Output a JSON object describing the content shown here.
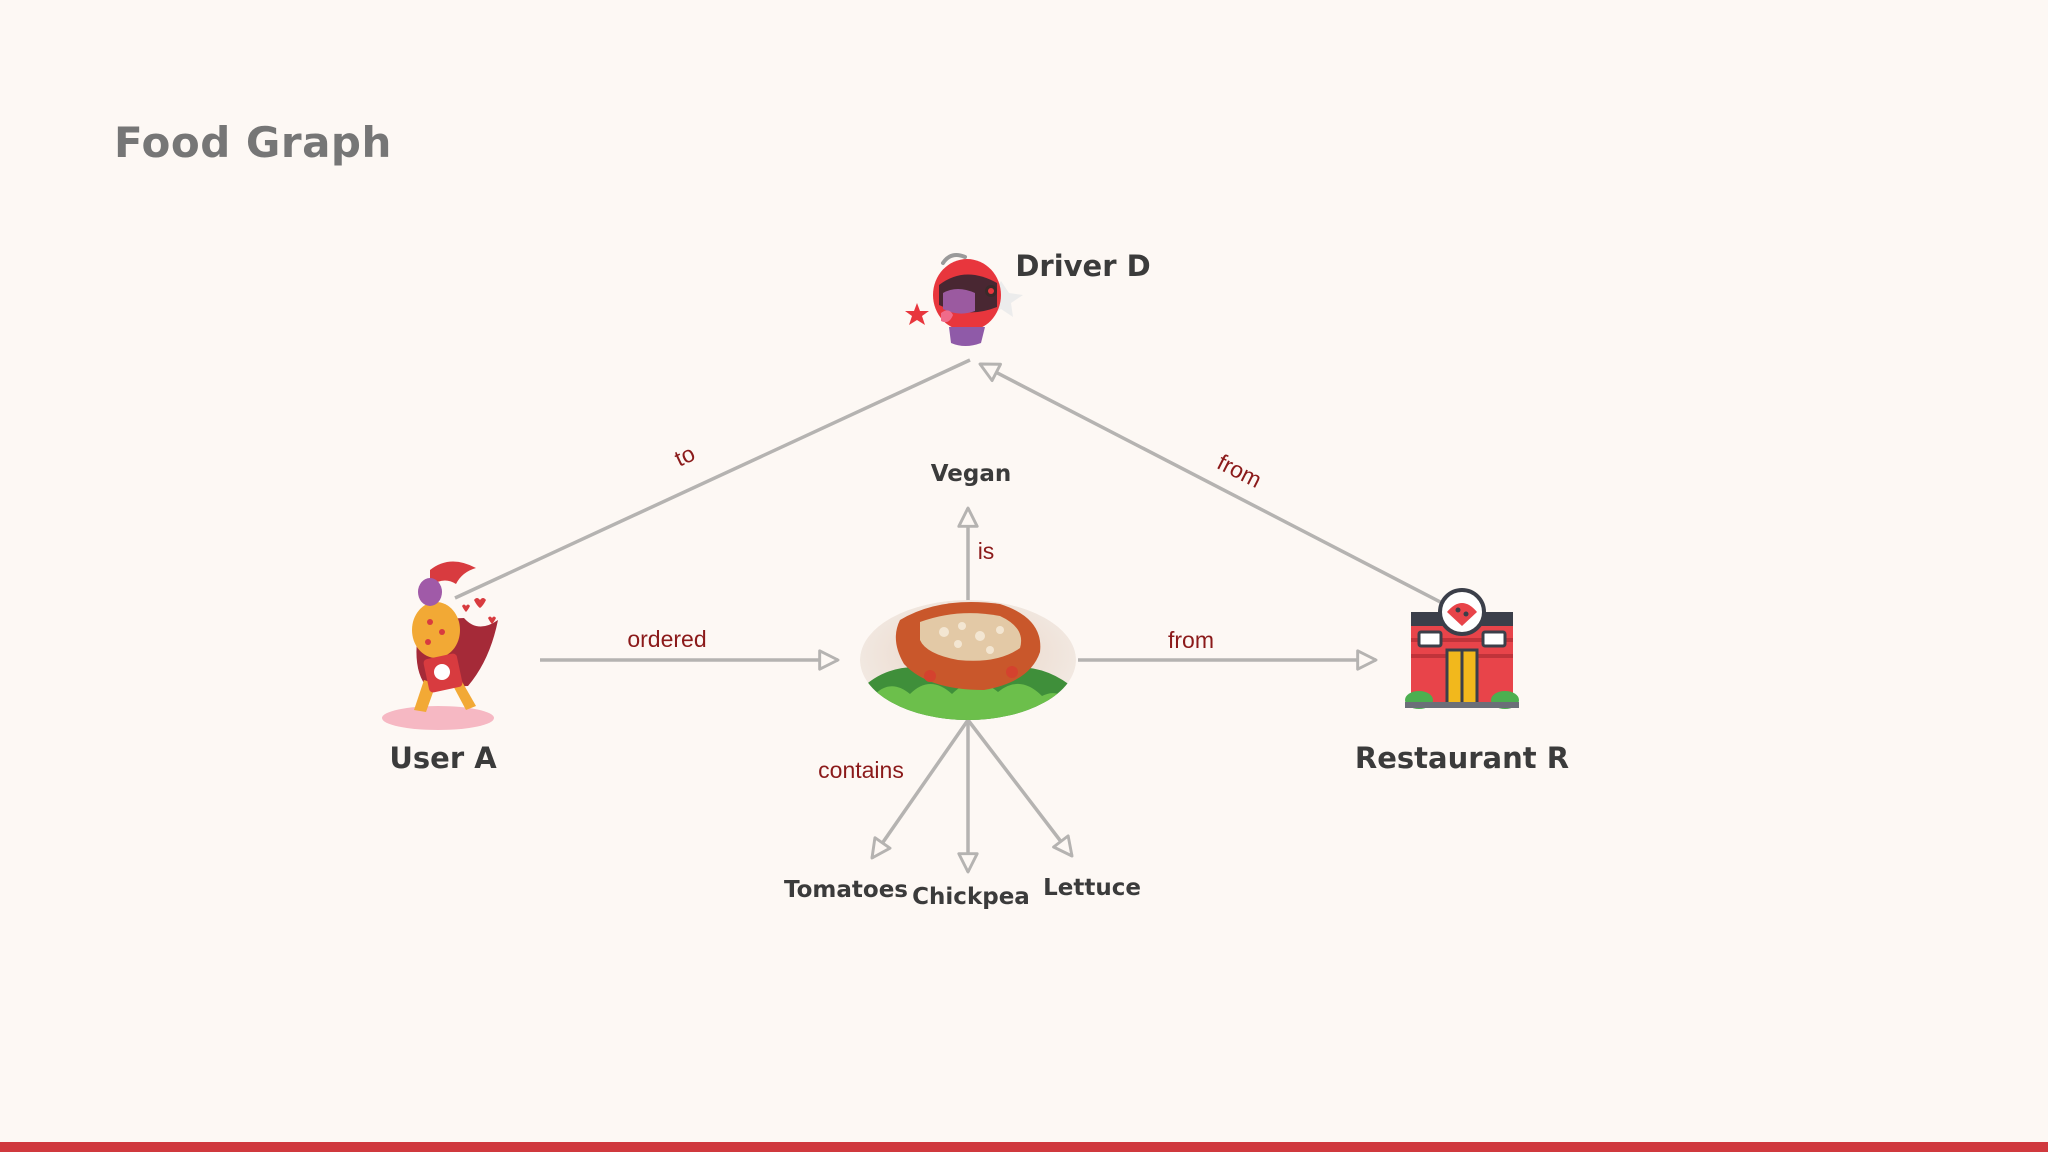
{
  "slide": {
    "title": "Food Graph"
  },
  "nodes": {
    "driver": "Driver D",
    "user": "User A",
    "restaurant": "Restaurant R",
    "vegan": "Vegan",
    "tomatoes": "Tomatoes",
    "chickpea": "Chickpea",
    "lettuce": "Lettuce"
  },
  "edges": {
    "user_to_driver": "to",
    "restaurant_from_driver": "from",
    "ordered": "ordered",
    "from_restaurant": "from",
    "is_vegan": "is",
    "contains": "contains"
  },
  "icons": {
    "driver": "delivery-driver-helmet-icon",
    "user": "customer-with-shopping-bag-icon",
    "restaurant": "restaurant-storefront-icon",
    "dish": "salad-dish-photo"
  },
  "colors": {
    "background": "#fdf8f4",
    "accent": "#d0393e",
    "edge": "#b5b3b1",
    "edge_label": "#8b1a1a",
    "node_label": "#3b3b3b",
    "title": "#767676"
  }
}
